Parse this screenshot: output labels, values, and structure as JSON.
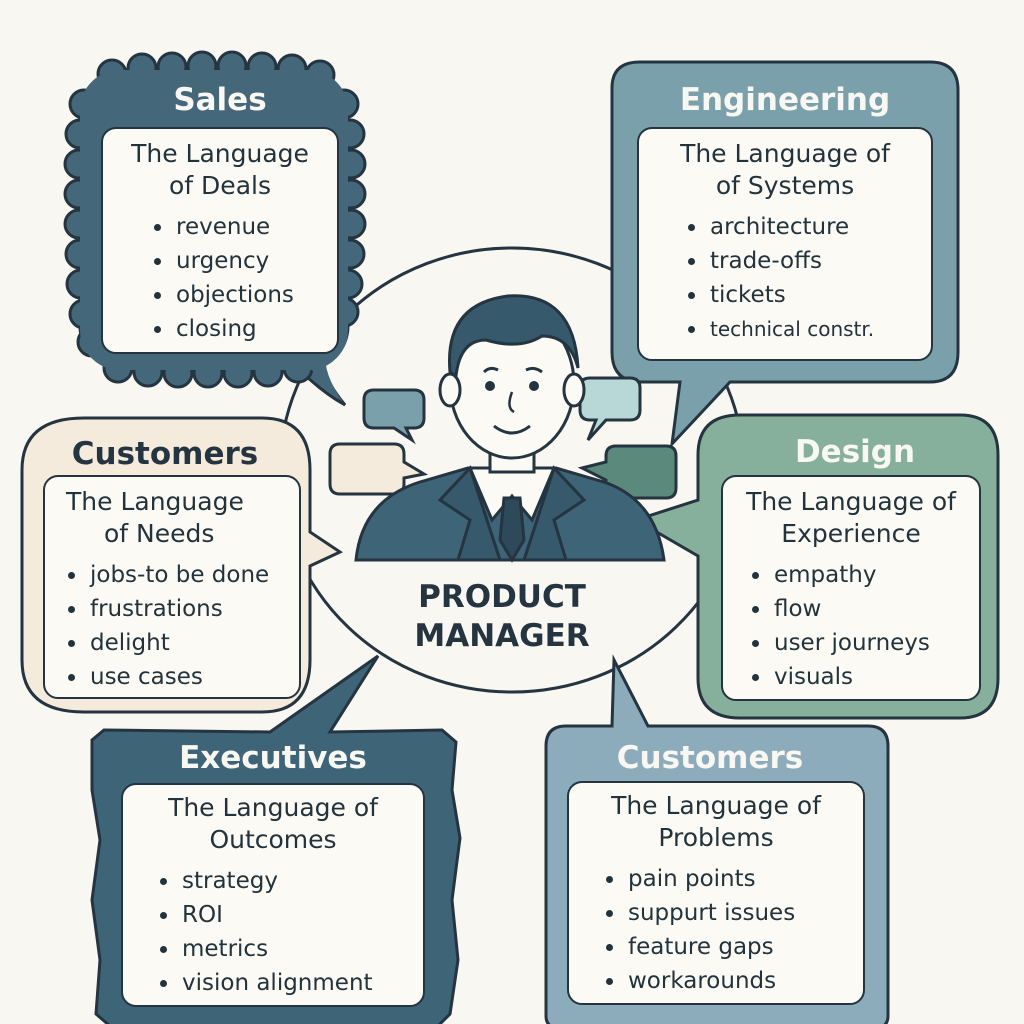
{
  "center": {
    "label_line1": "PRODUCT",
    "label_line2": "MANAGER"
  },
  "bubbles": {
    "sales": {
      "title": "Sales",
      "heading_line1": "The Language",
      "heading_line2": "of Deals",
      "items": [
        "revenue",
        "urgency",
        "objections",
        "closing"
      ]
    },
    "engineering": {
      "title": "Engineering",
      "heading_line1": "The Language of",
      "heading_line2": "of Systems",
      "items": [
        "architecture",
        "trade-offs",
        "tickets",
        "technical constr."
      ]
    },
    "customers_needs": {
      "title": "Customers",
      "heading_line1": "The Language",
      "heading_line2": "of Needs",
      "items": [
        "jobs-to be done",
        "frustrations",
        "delight",
        "use cases"
      ]
    },
    "design": {
      "title": "Design",
      "heading_line1": "The Language of",
      "heading_line2": "Experience",
      "items": [
        "empathy",
        "flow",
        "user journeys",
        "visuals"
      ]
    },
    "executives": {
      "title": "Executives",
      "heading_line1": "The Language of",
      "heading_line2": "Outcomes",
      "items": [
        "strategy",
        "ROI",
        "metrics",
        "vision alignment"
      ]
    },
    "customers_problems": {
      "title": "Customers",
      "heading_line1": "The Language of",
      "heading_line2": "Problems",
      "items": [
        "pain points",
        "suppurt issues",
        "feature gaps",
        "workarounds"
      ]
    }
  },
  "colors": {
    "background": "#f9f7f1",
    "outline": "#243440",
    "sales": "#45677a",
    "engineering": "#7aa1ab",
    "customers_needs": "#f5ebdc",
    "design": "#86b09b",
    "executives": "#3e6478",
    "customers_problems": "#8cacbc",
    "card": "#fcfaf5"
  }
}
